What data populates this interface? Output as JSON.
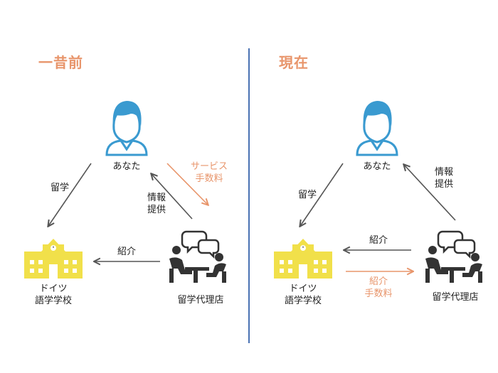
{
  "left": {
    "heading": "一昔前",
    "person_label": "あなた",
    "school_label": [
      "ドイツ",
      "語学学校"
    ],
    "agency_label": "留学代理店",
    "arrow_study": "留学",
    "arrow_info": [
      "情報",
      "提供"
    ],
    "arrow_fee": [
      "サービス",
      "手数料"
    ],
    "arrow_intro": "紹介"
  },
  "right": {
    "heading": "現在",
    "person_label": "あなた",
    "school_label": [
      "ドイツ",
      "語学学校"
    ],
    "agency_label": "留学代理店",
    "arrow_study": "留学",
    "arrow_info": [
      "情報",
      "提供"
    ],
    "arrow_intro": "紹介",
    "arrow_fee": [
      "紹介",
      "手数料"
    ]
  },
  "colors": {
    "heading": "#e8956b",
    "person": "#3a9ad0",
    "school": "#f1e04a",
    "agency": "#333333",
    "arrow_dark": "#555555",
    "arrow_orange": "#e8956b",
    "divider": "#4a72b3"
  }
}
